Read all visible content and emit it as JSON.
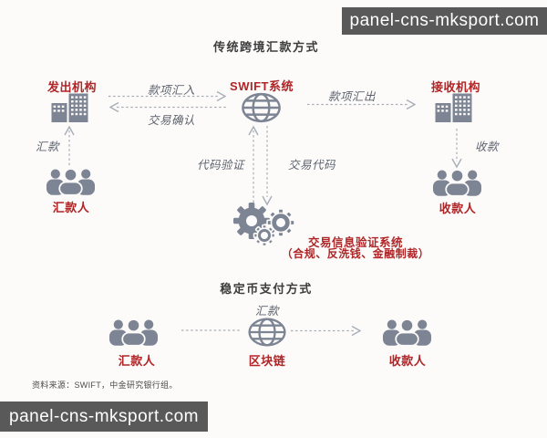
{
  "watermarks": {
    "top": "panel-cns-mksport.com",
    "bottom": "panel-cns-mksport.com"
  },
  "traditional": {
    "title": "传统跨境汇款方式",
    "sender_institution": "发出机构",
    "swift_system": "SWIFT系统",
    "receiver_institution": "接收机构",
    "remitter": "汇款人",
    "payee": "收款人",
    "remit": "汇款",
    "receive": "收款",
    "funds_in": "款项汇入",
    "transaction_confirm": "交易确认",
    "funds_out": "款项汇出",
    "code_verification": "代码验证",
    "transaction_code": "交易代码",
    "verification_system": "交易信息验证系统",
    "verification_scope": "（合规、反洗钱、金融制裁）"
  },
  "stablecoin": {
    "title": "稳定币支付方式",
    "remit": "汇款",
    "remitter": "汇款人",
    "blockchain": "区块链",
    "payee": "收款人"
  },
  "source_note": "资料来源：SWIFT，中金研究银行组。",
  "colors": {
    "accent_red": "#b02527",
    "icon_gray": "#7d8494",
    "arrow_gray": "#a8aeb8",
    "watermark_bg": "#59595a",
    "title_dark": "#3d3d3d"
  }
}
